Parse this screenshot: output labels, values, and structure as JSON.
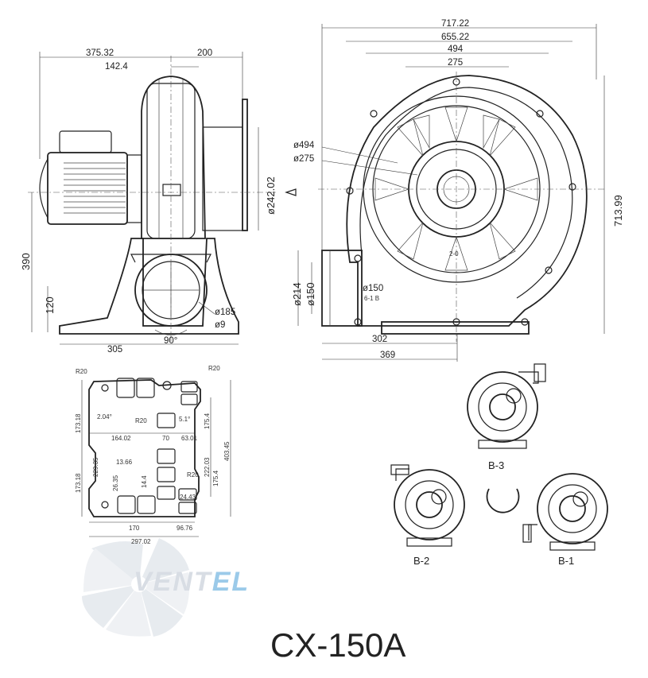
{
  "model": "CX-150A",
  "brand": {
    "main": "VENT",
    "accent": "EL",
    "main_color": "#b9c3cf",
    "accent_color": "#4a9fd8"
  },
  "side_view": {
    "dims": {
      "top_left": "375.32",
      "top_right": "200",
      "inlet_offset": "142.4",
      "height": "390",
      "outlet_height": "120",
      "base_length": "305",
      "flange_height": "ø242.02",
      "outlet_dia": "ø185",
      "hole_dia": "ø9",
      "angle": "90°"
    }
  },
  "front_view": {
    "dims": {
      "w1": "717.22",
      "w2": "655.22",
      "w3": "494",
      "w4": "275",
      "height": "713.99",
      "d1": "ø494",
      "d2": "ø275",
      "outlet_h1": "ø214",
      "outlet_h2": "ø150",
      "outlet_label": "ø150",
      "outlet_sub": "6-1 B",
      "center_mark": "2-0",
      "base1": "302",
      "base2": "369"
    }
  },
  "base_plate": {
    "dims": {
      "r1": "R20",
      "r2": "R20",
      "r3": "R20",
      "r4": "R20",
      "a1": "2.04°",
      "a2": "5.1°",
      "h1": "173.18",
      "h2": "175.4",
      "h3": "403.45",
      "h4": "173.18",
      "h5": "229.35",
      "h6": "222.03",
      "h7": "175.4",
      "h8": "26.35",
      "h9": "14.4",
      "w1": "164.02",
      "w2": "70",
      "w3": "63.01",
      "w4": "13.66",
      "w5": "24.43",
      "w6": "170",
      "w7": "96.76",
      "w8": "297.02"
    }
  },
  "views": [
    {
      "label": "B-3"
    },
    {
      "label": "B-2"
    },
    {
      "label": "B-1"
    }
  ]
}
